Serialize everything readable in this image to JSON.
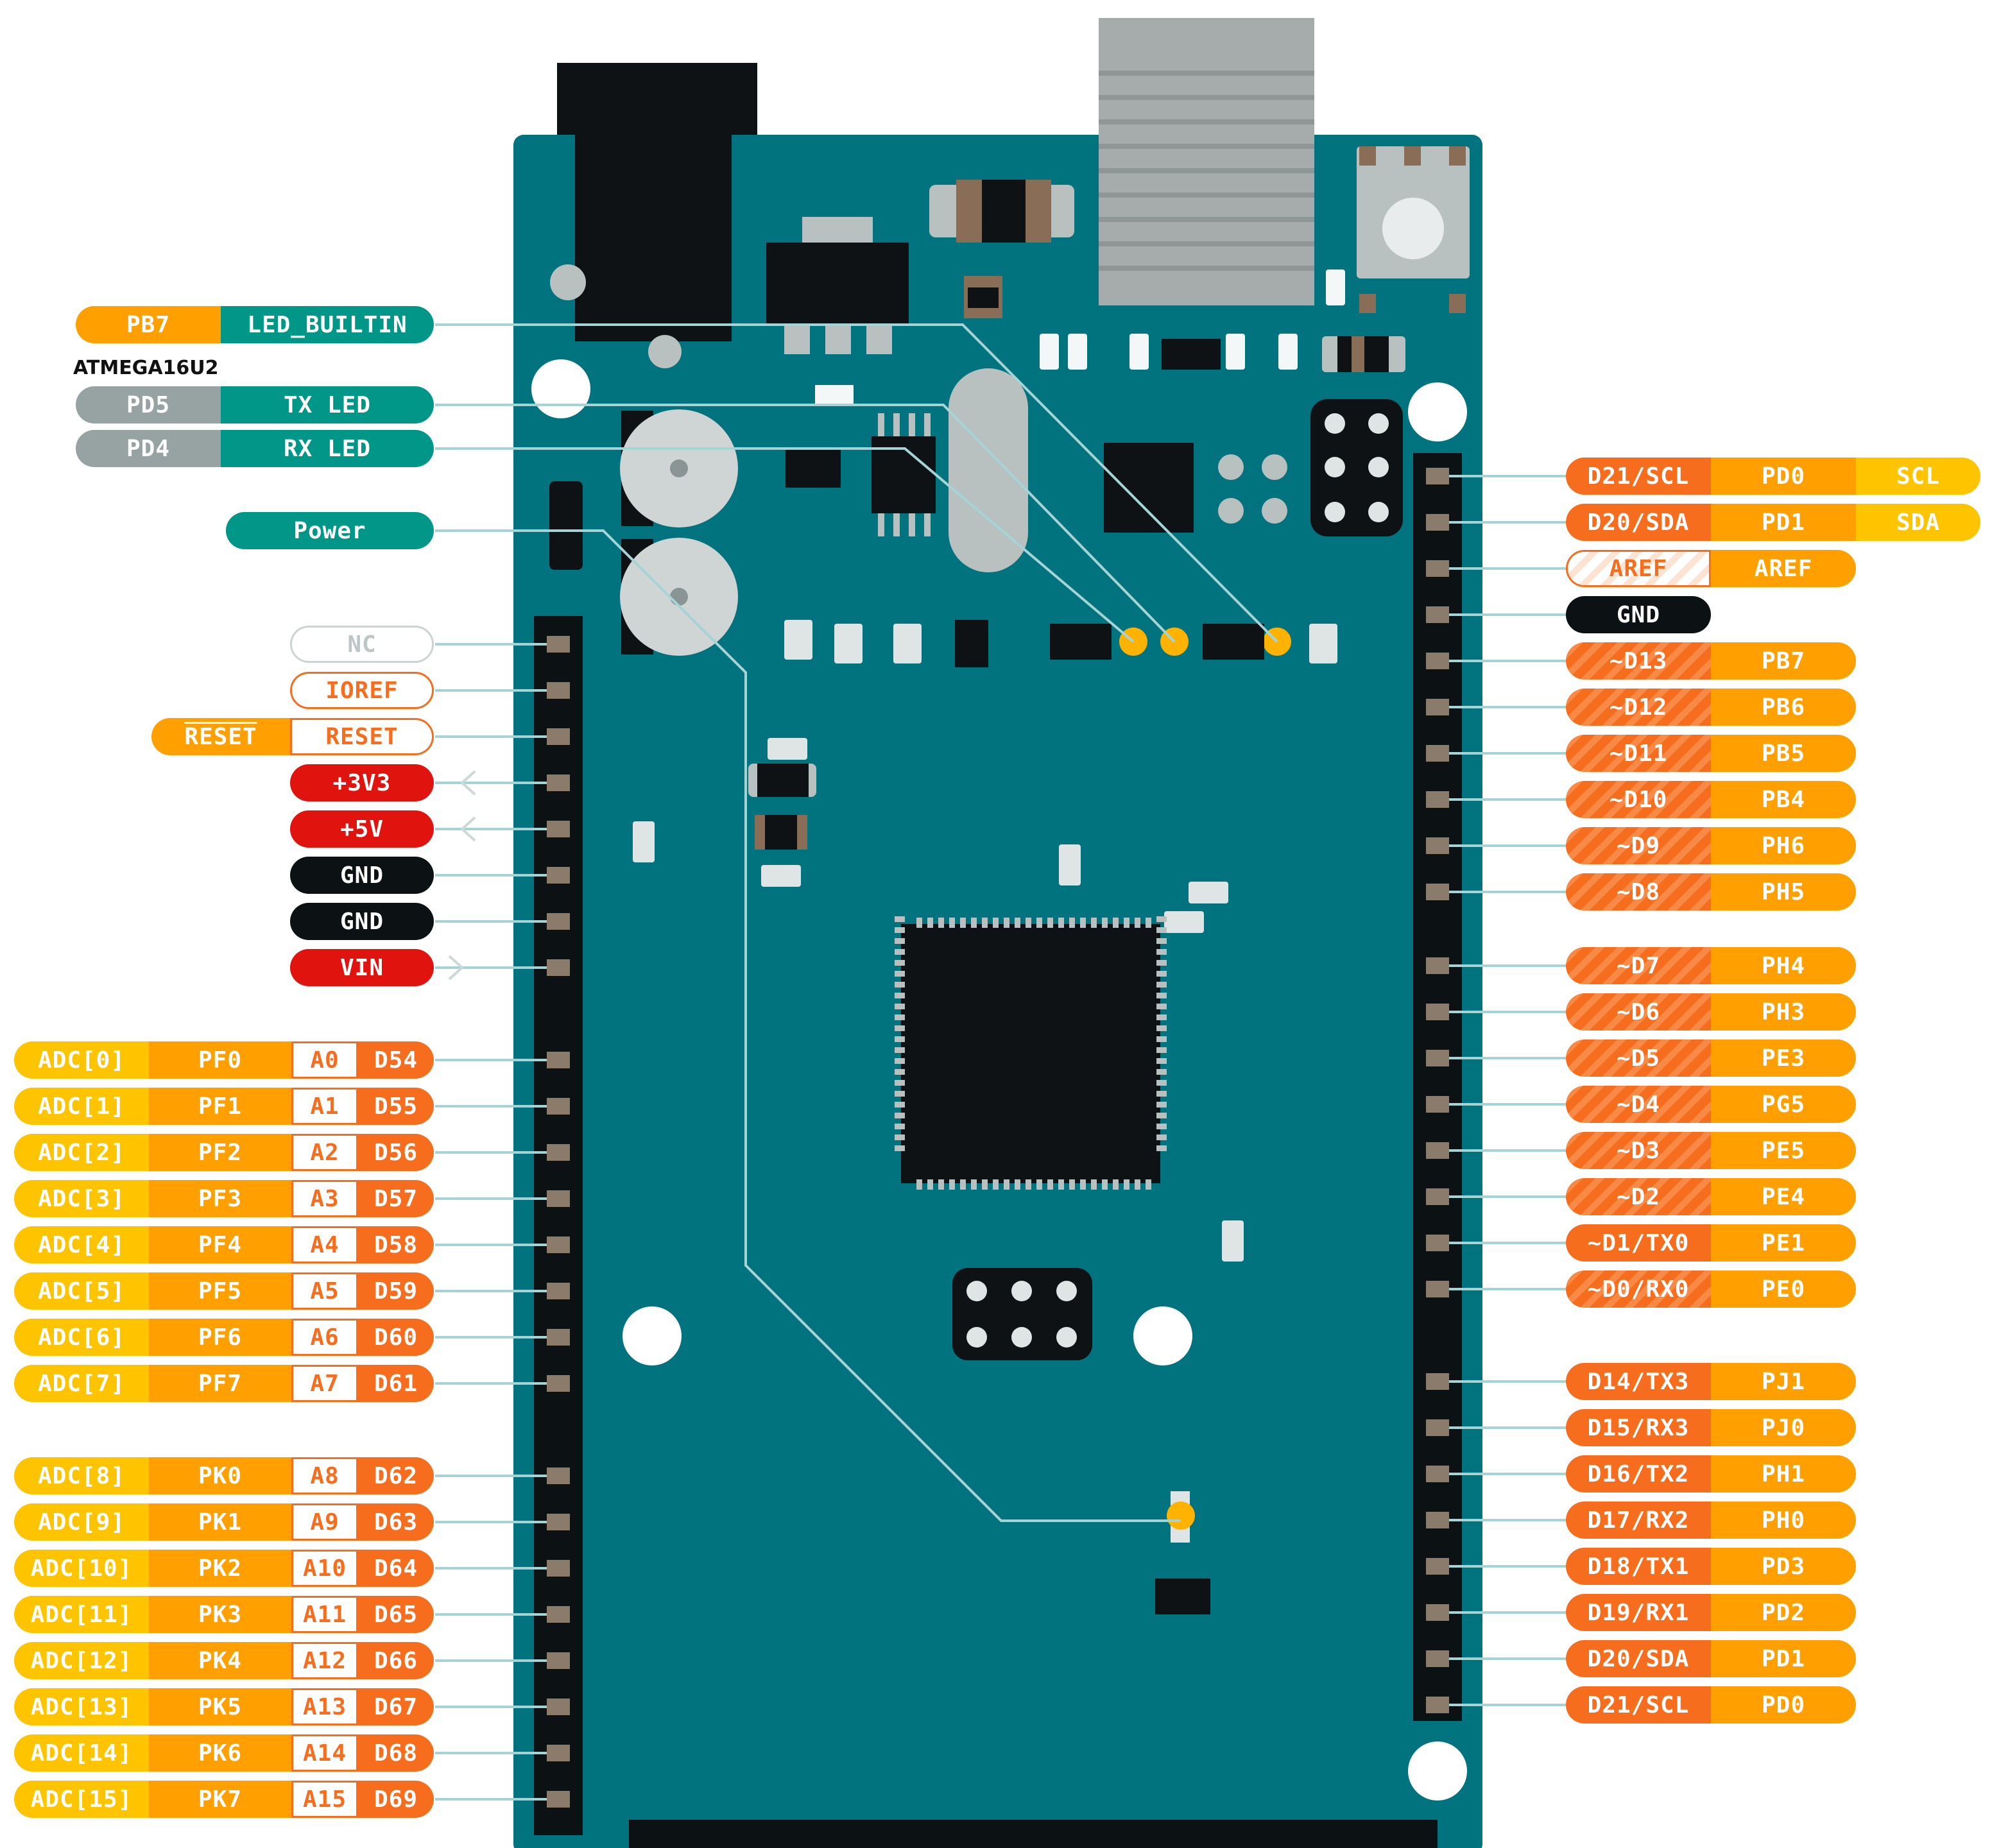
{
  "colors": {
    "board": "#00737f",
    "board_edge": "#0a8fa0",
    "header": "#0c1114",
    "pin": "#8a7b6b",
    "orange": "#f56d1d",
    "amber": "#ffa000",
    "yellow": "#ffc400",
    "teal": "#009688",
    "grey": "#97a3a3",
    "red": "#e0130f",
    "black": "#0c1114",
    "trace": "#a6d3d6",
    "led": "#ffb300"
  },
  "caption": "ATMEGA16U2",
  "left_labels": [
    {
      "name": "led-builtin",
      "segments": [
        {
          "text": "PB7",
          "style": "amber"
        },
        {
          "text": "LED_BUILTIN",
          "style": "teal"
        }
      ]
    },
    {
      "name": "tx-led",
      "segments": [
        {
          "text": "PD5",
          "style": "grey"
        },
        {
          "text": "TX LED",
          "style": "teal"
        }
      ]
    },
    {
      "name": "rx-led",
      "segments": [
        {
          "text": "PD4",
          "style": "grey"
        },
        {
          "text": "RX LED",
          "style": "teal"
        }
      ]
    },
    {
      "name": "power",
      "segments": [
        {
          "text": "Power",
          "style": "teal"
        }
      ]
    },
    {
      "name": "nc",
      "segments": [
        {
          "text": "NC",
          "style": "nc"
        }
      ]
    },
    {
      "name": "ioref",
      "segments": [
        {
          "text": "IOREF",
          "style": "outline"
        }
      ]
    },
    {
      "name": "reset",
      "segments": [
        {
          "text": "RESET",
          "style": "orangebar"
        },
        {
          "text": "RESET",
          "style": "outline"
        }
      ]
    },
    {
      "name": "3v3",
      "segments": [
        {
          "text": "+3V3",
          "style": "red"
        }
      ]
    },
    {
      "name": "5v",
      "segments": [
        {
          "text": "+5V",
          "style": "red"
        }
      ]
    },
    {
      "name": "gnd-1",
      "segments": [
        {
          "text": "GND",
          "style": "black"
        }
      ]
    },
    {
      "name": "gnd-2",
      "segments": [
        {
          "text": "GND",
          "style": "black"
        }
      ]
    },
    {
      "name": "vin",
      "segments": [
        {
          "text": "VIN",
          "style": "red"
        }
      ]
    },
    {
      "name": "a0",
      "segments": [
        {
          "text": "ADC[0]",
          "style": "yellow"
        },
        {
          "text": "PF0",
          "style": "amber"
        },
        {
          "text": "A0",
          "style": "analog"
        },
        {
          "text": "D54",
          "style": "orange"
        }
      ]
    },
    {
      "name": "a1",
      "segments": [
        {
          "text": "ADC[1]",
          "style": "yellow"
        },
        {
          "text": "PF1",
          "style": "amber"
        },
        {
          "text": "A1",
          "style": "analog"
        },
        {
          "text": "D55",
          "style": "orange"
        }
      ]
    },
    {
      "name": "a2",
      "segments": [
        {
          "text": "ADC[2]",
          "style": "yellow"
        },
        {
          "text": "PF2",
          "style": "amber"
        },
        {
          "text": "A2",
          "style": "analog"
        },
        {
          "text": "D56",
          "style": "orange"
        }
      ]
    },
    {
      "name": "a3",
      "segments": [
        {
          "text": "ADC[3]",
          "style": "yellow"
        },
        {
          "text": "PF3",
          "style": "amber"
        },
        {
          "text": "A3",
          "style": "analog"
        },
        {
          "text": "D57",
          "style": "orange"
        }
      ]
    },
    {
      "name": "a4",
      "segments": [
        {
          "text": "ADC[4]",
          "style": "yellow"
        },
        {
          "text": "PF4",
          "style": "amber"
        },
        {
          "text": "A4",
          "style": "analog"
        },
        {
          "text": "D58",
          "style": "orange"
        }
      ]
    },
    {
      "name": "a5",
      "segments": [
        {
          "text": "ADC[5]",
          "style": "yellow"
        },
        {
          "text": "PF5",
          "style": "amber"
        },
        {
          "text": "A5",
          "style": "analog"
        },
        {
          "text": "D59",
          "style": "orange"
        }
      ]
    },
    {
      "name": "a6",
      "segments": [
        {
          "text": "ADC[6]",
          "style": "yellow"
        },
        {
          "text": "PF6",
          "style": "amber"
        },
        {
          "text": "A6",
          "style": "analog"
        },
        {
          "text": "D60",
          "style": "orange"
        }
      ]
    },
    {
      "name": "a7",
      "segments": [
        {
          "text": "ADC[7]",
          "style": "yellow"
        },
        {
          "text": "PF7",
          "style": "amber"
        },
        {
          "text": "A7",
          "style": "analog"
        },
        {
          "text": "D61",
          "style": "orange"
        }
      ]
    },
    {
      "name": "a8",
      "segments": [
        {
          "text": "ADC[8]",
          "style": "yellow"
        },
        {
          "text": "PK0",
          "style": "amber"
        },
        {
          "text": "A8",
          "style": "analog"
        },
        {
          "text": "D62",
          "style": "orange"
        }
      ]
    },
    {
      "name": "a9",
      "segments": [
        {
          "text": "ADC[9]",
          "style": "yellow"
        },
        {
          "text": "PK1",
          "style": "amber"
        },
        {
          "text": "A9",
          "style": "analog"
        },
        {
          "text": "D63",
          "style": "orange"
        }
      ]
    },
    {
      "name": "a10",
      "segments": [
        {
          "text": "ADC[10]",
          "style": "yellow"
        },
        {
          "text": "PK2",
          "style": "amber"
        },
        {
          "text": "A10",
          "style": "analog"
        },
        {
          "text": "D64",
          "style": "orange"
        }
      ]
    },
    {
      "name": "a11",
      "segments": [
        {
          "text": "ADC[11]",
          "style": "yellow"
        },
        {
          "text": "PK3",
          "style": "amber"
        },
        {
          "text": "A11",
          "style": "analog"
        },
        {
          "text": "D65",
          "style": "orange"
        }
      ]
    },
    {
      "name": "a12",
      "segments": [
        {
          "text": "ADC[12]",
          "style": "yellow"
        },
        {
          "text": "PK4",
          "style": "amber"
        },
        {
          "text": "A12",
          "style": "analog"
        },
        {
          "text": "D66",
          "style": "orange"
        }
      ]
    },
    {
      "name": "a13",
      "segments": [
        {
          "text": "ADC[13]",
          "style": "yellow"
        },
        {
          "text": "PK5",
          "style": "amber"
        },
        {
          "text": "A13",
          "style": "analog"
        },
        {
          "text": "D67",
          "style": "orange"
        }
      ]
    },
    {
      "name": "a14",
      "segments": [
        {
          "text": "ADC[14]",
          "style": "yellow"
        },
        {
          "text": "PK6",
          "style": "amber"
        },
        {
          "text": "A14",
          "style": "analog"
        },
        {
          "text": "D68",
          "style": "orange"
        }
      ]
    },
    {
      "name": "a15",
      "segments": [
        {
          "text": "ADC[15]",
          "style": "yellow"
        },
        {
          "text": "PK7",
          "style": "amber"
        },
        {
          "text": "A15",
          "style": "analog"
        },
        {
          "text": "D69",
          "style": "orange"
        }
      ]
    }
  ],
  "right_labels": [
    {
      "name": "d21-scl-top",
      "segments": [
        {
          "text": "D21/SCL",
          "style": "orange"
        },
        {
          "text": "PD0",
          "style": "amber"
        },
        {
          "text": "SCL",
          "style": "yellow"
        }
      ]
    },
    {
      "name": "d20-sda-top",
      "segments": [
        {
          "text": "D20/SDA",
          "style": "orange"
        },
        {
          "text": "PD1",
          "style": "amber"
        },
        {
          "text": "SDA",
          "style": "yellow"
        }
      ]
    },
    {
      "name": "aref",
      "segments": [
        {
          "text": "AREF",
          "style": "outline-hatch"
        },
        {
          "text": "AREF",
          "style": "amber"
        }
      ]
    },
    {
      "name": "gnd-right",
      "segments": [
        {
          "text": "GND",
          "style": "black"
        }
      ]
    },
    {
      "name": "d13",
      "segments": [
        {
          "text": "~D13",
          "style": "pwm"
        },
        {
          "text": "PB7",
          "style": "amber"
        }
      ]
    },
    {
      "name": "d12",
      "segments": [
        {
          "text": "~D12",
          "style": "pwm"
        },
        {
          "text": "PB6",
          "style": "amber"
        }
      ]
    },
    {
      "name": "d11",
      "segments": [
        {
          "text": "~D11",
          "style": "pwm"
        },
        {
          "text": "PB5",
          "style": "amber"
        }
      ]
    },
    {
      "name": "d10",
      "segments": [
        {
          "text": "~D10",
          "style": "pwm"
        },
        {
          "text": "PB4",
          "style": "amber"
        }
      ]
    },
    {
      "name": "d9",
      "segments": [
        {
          "text": "~D9",
          "style": "pwm"
        },
        {
          "text": "PH6",
          "style": "amber"
        }
      ]
    },
    {
      "name": "d8",
      "segments": [
        {
          "text": "~D8",
          "style": "pwm"
        },
        {
          "text": "PH5",
          "style": "amber"
        }
      ]
    },
    {
      "name": "d7",
      "segments": [
        {
          "text": "~D7",
          "style": "pwm"
        },
        {
          "text": "PH4",
          "style": "amber"
        }
      ]
    },
    {
      "name": "d6",
      "segments": [
        {
          "text": "~D6",
          "style": "pwm"
        },
        {
          "text": "PH3",
          "style": "amber"
        }
      ]
    },
    {
      "name": "d5",
      "segments": [
        {
          "text": "~D5",
          "style": "pwm"
        },
        {
          "text": "PE3",
          "style": "amber"
        }
      ]
    },
    {
      "name": "d4",
      "segments": [
        {
          "text": "~D4",
          "style": "pwm"
        },
        {
          "text": "PG5",
          "style": "amber"
        }
      ]
    },
    {
      "name": "d3",
      "segments": [
        {
          "text": "~D3",
          "style": "pwm"
        },
        {
          "text": "PE5",
          "style": "amber"
        }
      ]
    },
    {
      "name": "d2",
      "segments": [
        {
          "text": "~D2",
          "style": "pwm"
        },
        {
          "text": "PE4",
          "style": "amber"
        }
      ]
    },
    {
      "name": "d1",
      "segments": [
        {
          "text": "~D1/TX0",
          "style": "orange"
        },
        {
          "text": "PE1",
          "style": "amber"
        }
      ]
    },
    {
      "name": "d0",
      "segments": [
        {
          "text": "~D0/RX0",
          "style": "pwm"
        },
        {
          "text": "PE0",
          "style": "amber"
        }
      ]
    },
    {
      "name": "d14",
      "segments": [
        {
          "text": "D14/TX3",
          "style": "orange"
        },
        {
          "text": "PJ1",
          "style": "amber"
        }
      ]
    },
    {
      "name": "d15",
      "segments": [
        {
          "text": "D15/RX3",
          "style": "orange"
        },
        {
          "text": "PJ0",
          "style": "amber"
        }
      ]
    },
    {
      "name": "d16",
      "segments": [
        {
          "text": "D16/TX2",
          "style": "orange"
        },
        {
          "text": "PH1",
          "style": "amber"
        }
      ]
    },
    {
      "name": "d17",
      "segments": [
        {
          "text": "D17/RX2",
          "style": "orange"
        },
        {
          "text": "PH0",
          "style": "amber"
        }
      ]
    },
    {
      "name": "d18",
      "segments": [
        {
          "text": "D18/TX1",
          "style": "orange"
        },
        {
          "text": "PD3",
          "style": "amber"
        }
      ]
    },
    {
      "name": "d19",
      "segments": [
        {
          "text": "D19/RX1",
          "style": "orange"
        },
        {
          "text": "PD2",
          "style": "amber"
        }
      ]
    },
    {
      "name": "d20-sda",
      "segments": [
        {
          "text": "D20/SDA",
          "style": "orange"
        },
        {
          "text": "PD1",
          "style": "amber"
        }
      ]
    },
    {
      "name": "d21-scl",
      "segments": [
        {
          "text": "D21/SCL",
          "style": "orange"
        },
        {
          "text": "PD0",
          "style": "amber"
        }
      ]
    }
  ]
}
